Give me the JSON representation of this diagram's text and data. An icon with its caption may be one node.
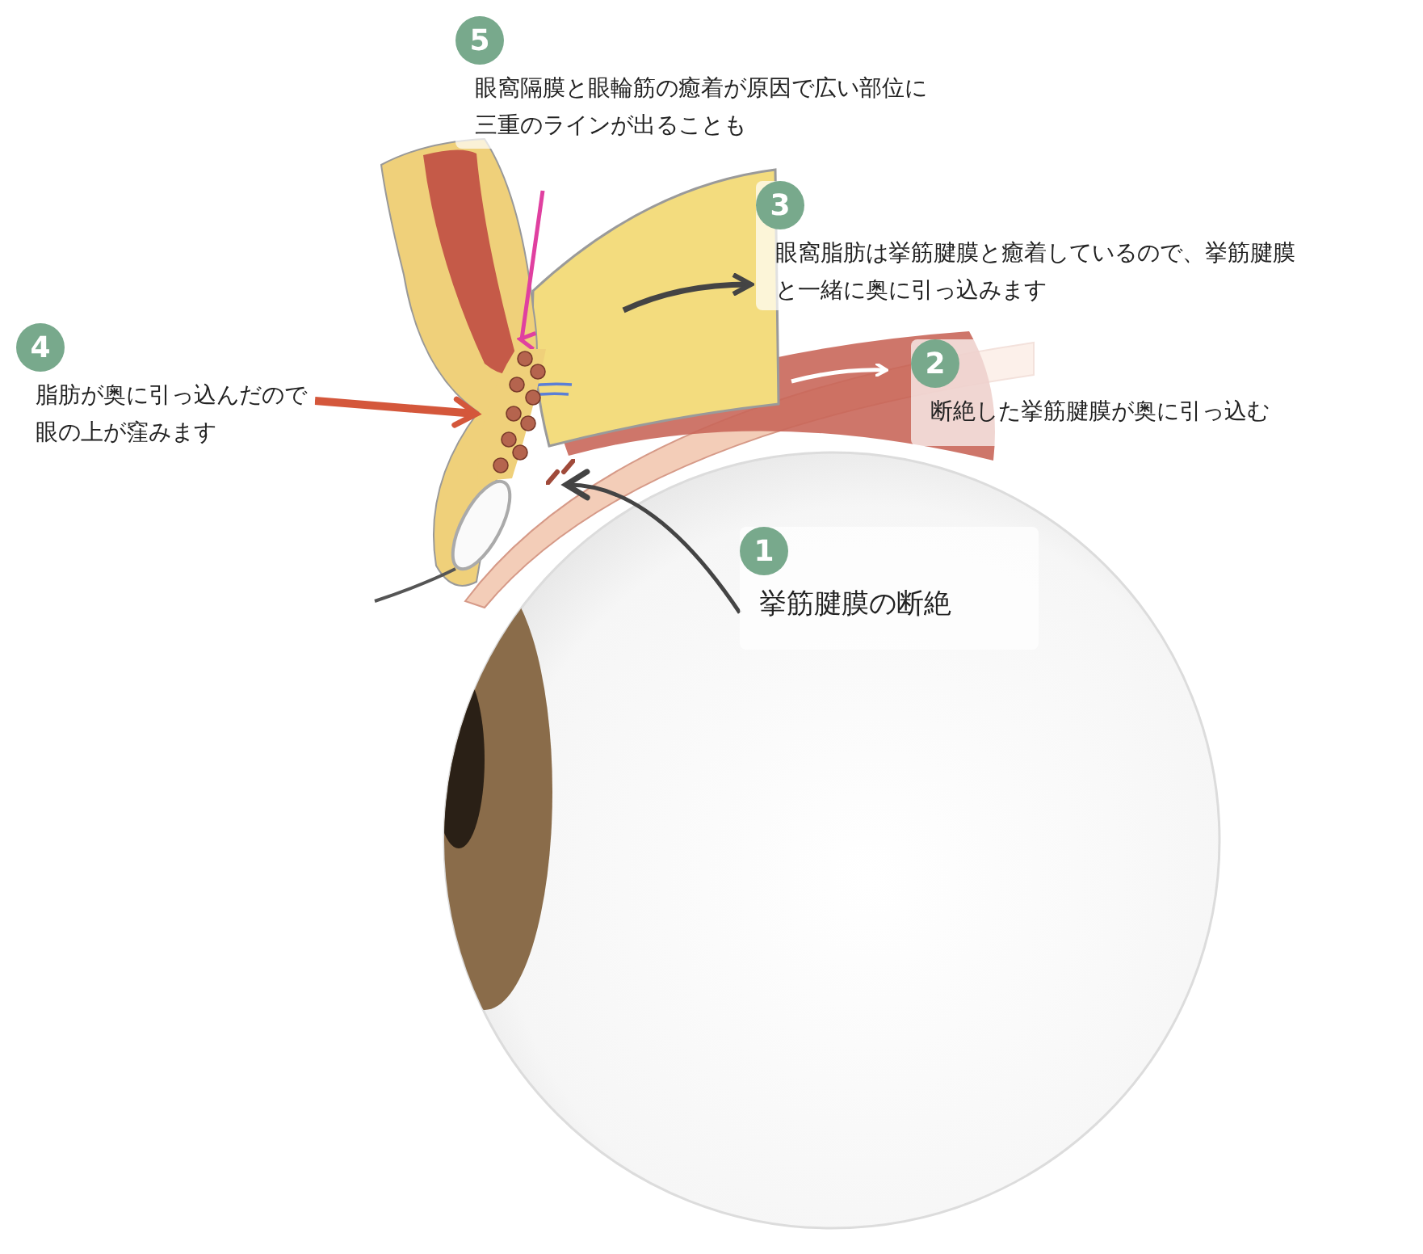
{
  "diagram": {
    "nodes": [
      {
        "text": [
          "5",
          "眼窩隔膜と眼輪筋の癒着が原因で広い部位に三重のラインが出ることも"
        ]
      },
      {
        "text": [
          "3",
          "眼窩脂肪は挙筋腱膜と癒着しているので、挙筋腱膜と一緒に奥に引っ込みます"
        ]
      },
      {
        "text": [
          "4",
          "脂肪が奥に引っ込んだので眼の上が窪みます"
        ]
      },
      {
        "text": [
          "2",
          "断絶した挙筋腱膜が奥に引っ込む"
        ]
      },
      {
        "text": [
          "1",
          "挙筋腱膜の断絶"
        ]
      },
      {
        "text": [],
        "shape": "picture"
      },
      {
        "text": [],
        "shape": "picture"
      }
    ],
    "edges": [
      {
        "from": 2,
        "to": 5,
        "arrow": "to",
        "style": "thick",
        "color": "#d4573b"
      },
      {
        "from": 4,
        "to": 6,
        "arrow": "to",
        "color": "#444444"
      }
    ]
  }
}
